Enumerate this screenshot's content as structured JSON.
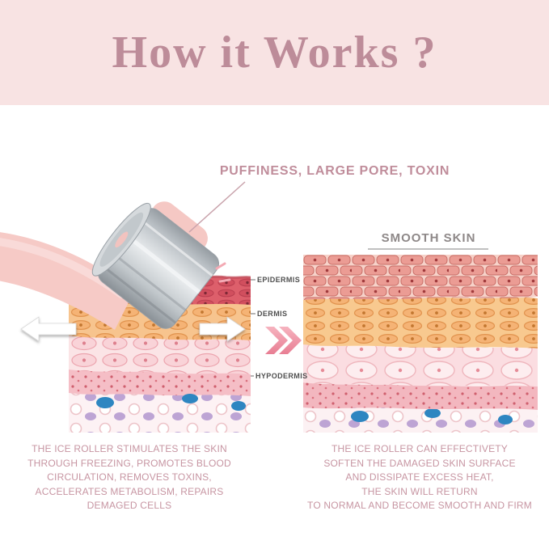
{
  "header": {
    "title": "How it Works ?"
  },
  "callout": {
    "label": "PUFFINESS, LARGE PORE, TOXIN"
  },
  "diagram": {
    "layer_labels": {
      "epidermis": "EPIDERMIS",
      "dermis": "DERMIS",
      "hypodermis": "HYPODERMIS"
    },
    "right_title": "SMOOTH SKIN"
  },
  "captions": {
    "left_lines": [
      "THE ICE ROLLER STIMULATES THE SKIN",
      "THROUGH FREEZING, PROMOTES BLOOD",
      "CIRCULATION, REMOVES TOXINS,",
      "ACCELERATES METABOLISM, REPAIRS",
      "DEMAGED CELLS"
    ],
    "right_lines": [
      "THE ICE ROLLER CAN EFFECTIVETY",
      "SOFTEN THE DAMAGED SKIN SURFACE",
      "AND DISSIPATE EXCESS HEAT,",
      "THE SKIN WILL RETURN",
      "TO NORMAL AND BECOME SMOOTH AND FIRM"
    ]
  },
  "icons": {
    "double_chevron": "double-chevron-right",
    "left_arrow": "roll-left-arrow",
    "right_arrow": "roll-right-arrow",
    "roller": "ice-roller"
  },
  "colors": {
    "header_bg": "#f8e3e3",
    "accent_mauve": "#c08d9b",
    "caption_text": "#c795a2",
    "chevron_pink": "#ee8fa0",
    "epidermis_red": "#dd5f6b",
    "dermis_orange": "#f7c48e",
    "cell_pink": "#fbe4e6",
    "blue_cell": "#2e86c1",
    "lavender_cell": "#bda4d4",
    "roller_handle_pink": "#f6cac6",
    "roller_metal": "#c0c6ca"
  }
}
